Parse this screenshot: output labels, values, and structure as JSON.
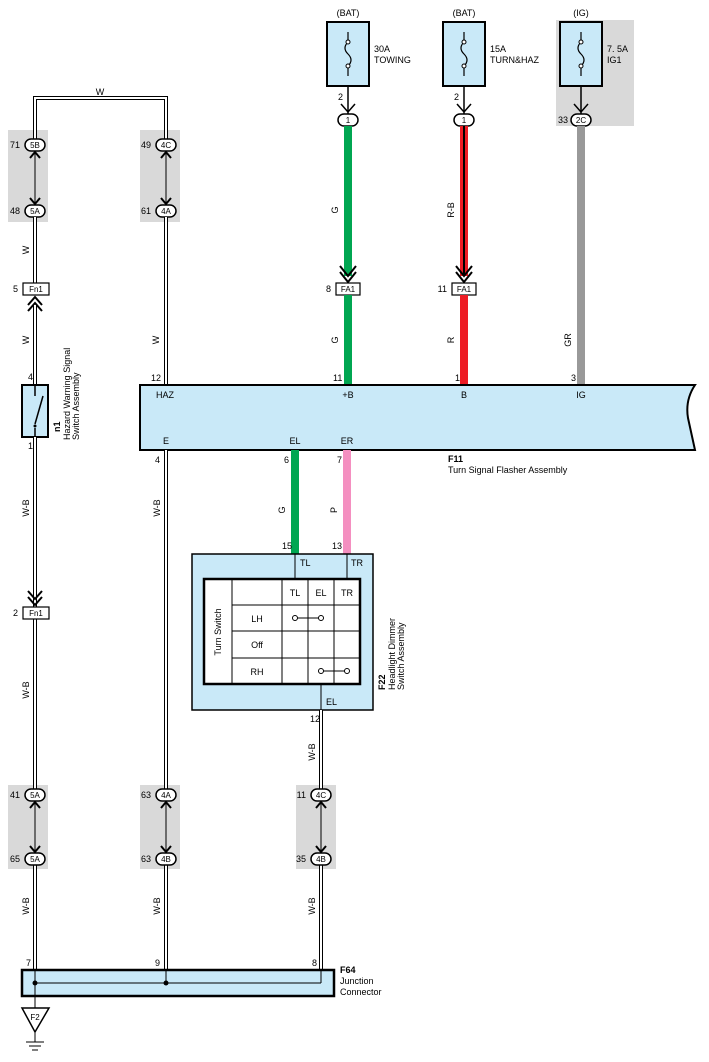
{
  "fuses": {
    "towing": {
      "source": "(BAT)",
      "rating": "30A",
      "name": "TOWING",
      "pin": "2",
      "conn": "1"
    },
    "turnhaz": {
      "source": "(BAT)",
      "rating": "15A",
      "name": "TURN&HAZ",
      "pin": "2",
      "conn": "1"
    },
    "ig1": {
      "source": "(IG)",
      "rating": "7. 5A",
      "name": "IG1",
      "pin": "33",
      "conn": "2C"
    }
  },
  "wires": {
    "w_top": "W",
    "w1": "W",
    "w2": "W",
    "w3": "W",
    "g1": "G",
    "g2": "G",
    "rb": "R-B",
    "r": "R",
    "gr": "GR",
    "g3": "G",
    "p": "P",
    "wb1": "W-B",
    "wb2": "W-B",
    "wb3": "W-B",
    "wb4": "W-B",
    "wb5": "W-B",
    "wb6": "W-B",
    "wb7": "W-B"
  },
  "connectors": {
    "c5b": {
      "pin": "71",
      "id": "5B"
    },
    "c5a_top": {
      "pin": "48",
      "id": "5A"
    },
    "c4c": {
      "pin": "49",
      "id": "4C"
    },
    "c4a_top": {
      "pin": "61",
      "id": "4A"
    },
    "fn1_top": {
      "pin": "5",
      "id": "Fn1"
    },
    "fa1_g": {
      "pin": "8",
      "id": "FA1"
    },
    "fa1_r": {
      "pin": "11",
      "id": "FA1"
    },
    "fn1_bot": {
      "pin": "2",
      "id": "Fn1"
    },
    "c5a_bot": {
      "pin": "41",
      "id": "5A"
    },
    "c5a_bot2": {
      "pin": "65",
      "id": "5A"
    },
    "c4a_bot": {
      "pin": "63",
      "id": "4A"
    },
    "c4b_bot": {
      "pin": "63",
      "id": "4B"
    },
    "c4c_bot": {
      "pin": "11",
      "id": "4C"
    },
    "c4b_bot2": {
      "pin": "35",
      "id": "4B"
    }
  },
  "flasher": {
    "code": "F11",
    "name": "Turn Signal Flasher Assembly",
    "terminals": {
      "haz": "HAZ",
      "b_plus": "+B",
      "b": "B",
      "ig": "IG",
      "e": "E",
      "el": "EL",
      "er": "ER"
    },
    "pins": {
      "haz": "12",
      "b_plus": "11",
      "b": "1",
      "ig": "3",
      "e": "4",
      "el": "6",
      "er": "7"
    }
  },
  "hazard_switch": {
    "code": "n1",
    "name_line1": "Hazard Warning Signal",
    "name_line2": "Switch Assembly",
    "pin_top": "4",
    "pin_bot": "1"
  },
  "dimmer": {
    "code": "F22",
    "name_line1": "Headlight Dimmer",
    "name_line2": "Switch Assembly",
    "pin_tl": "15",
    "pin_tr": "13",
    "pin_el": "12",
    "term_tl": "TL",
    "term_tr": "TR",
    "term_el": "EL",
    "table_title": "Turn Switch",
    "headers": [
      "TL",
      "EL",
      "TR"
    ],
    "rows": [
      "LH",
      "Off",
      "RH"
    ]
  },
  "junction": {
    "code": "F64",
    "name_line1": "Junction",
    "name_line2": "Connector",
    "pin_a": "7",
    "pin_b": "9",
    "pin_c": "8"
  },
  "ground": {
    "id": "F2"
  },
  "colors": {
    "green": "#00a651",
    "red": "#ed1c24",
    "gray": "#999999",
    "pink": "#f48fc0",
    "fill": "#c9e9f8",
    "shade": "#d9d9d9"
  }
}
